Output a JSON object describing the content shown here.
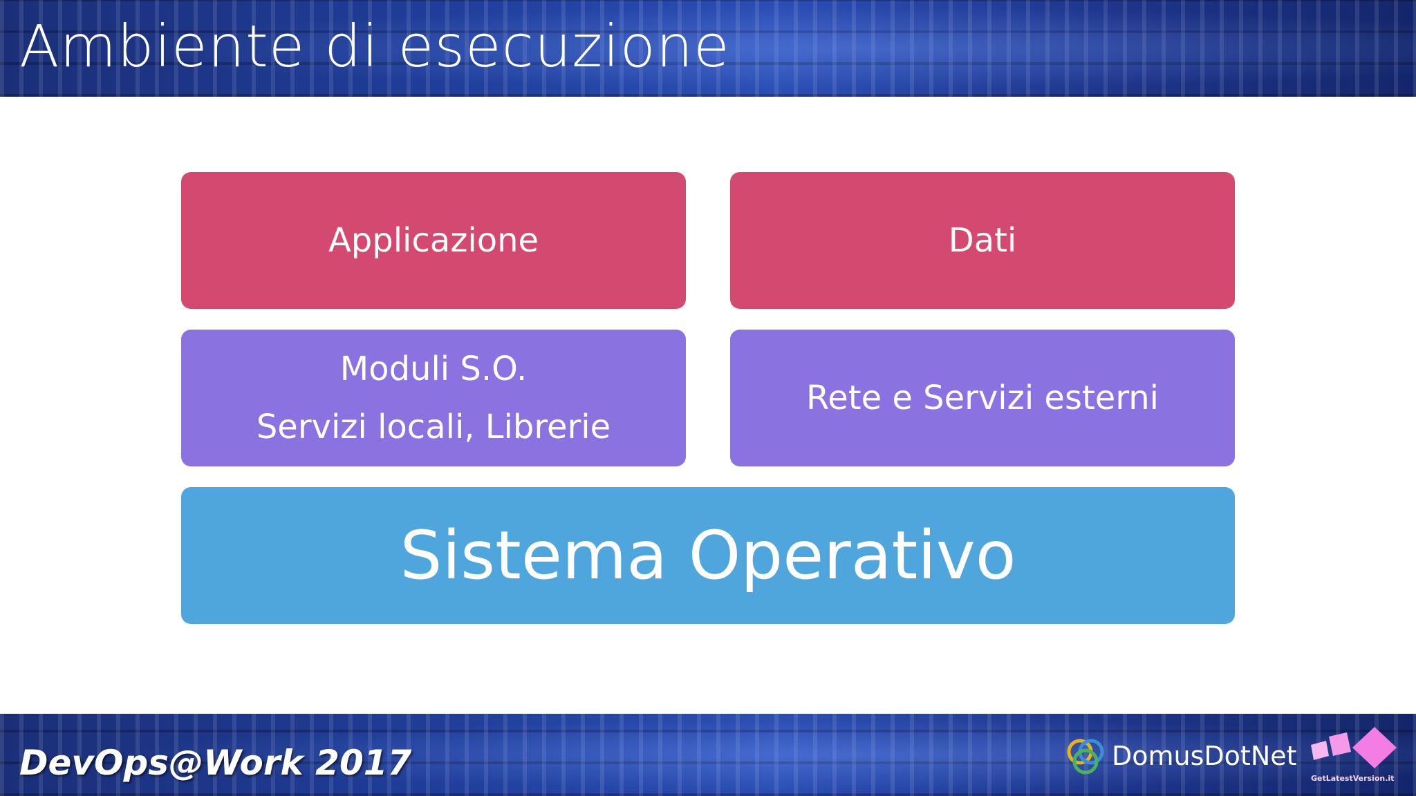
{
  "title": "Ambiente di esecuzione",
  "boxes": {
    "applicazione": "Applicazione",
    "dati": "Dati",
    "moduli_line1": "Moduli S.O.",
    "moduli_line2": "Servizi locali, Librerie",
    "rete": "Rete e Servizi esterni",
    "sistema": "Sistema Operativo"
  },
  "footer": {
    "event": "DevOps@Work 2017",
    "sponsor1": "DomusDotNet",
    "sponsor2": "GetLatestVersion.it"
  },
  "colors": {
    "top_row": "#d4496f",
    "middle_row": "#8a72e0",
    "bottom_row": "#4ea6dc",
    "band": "#1f3d98"
  }
}
